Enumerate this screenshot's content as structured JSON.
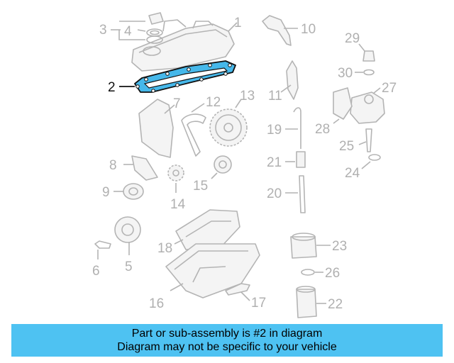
{
  "diagram": {
    "highlighted_part": "2",
    "callouts": [
      "1",
      "2",
      "3",
      "4",
      "5",
      "6",
      "7",
      "8",
      "9",
      "10",
      "11",
      "12",
      "13",
      "14",
      "15",
      "16",
      "17",
      "18",
      "19",
      "20",
      "21",
      "22",
      "23",
      "24",
      "25",
      "26",
      "27",
      "28",
      "29",
      "30"
    ]
  },
  "caption": {
    "line1": "Part or sub-assembly is #2 in diagram",
    "line2": "Diagram may not be specific to your vehicle"
  },
  "colors": {
    "highlight_fill": "#46b8ea",
    "caption_bar": "#4ec2f2",
    "line_art": "#b4b4b4"
  }
}
